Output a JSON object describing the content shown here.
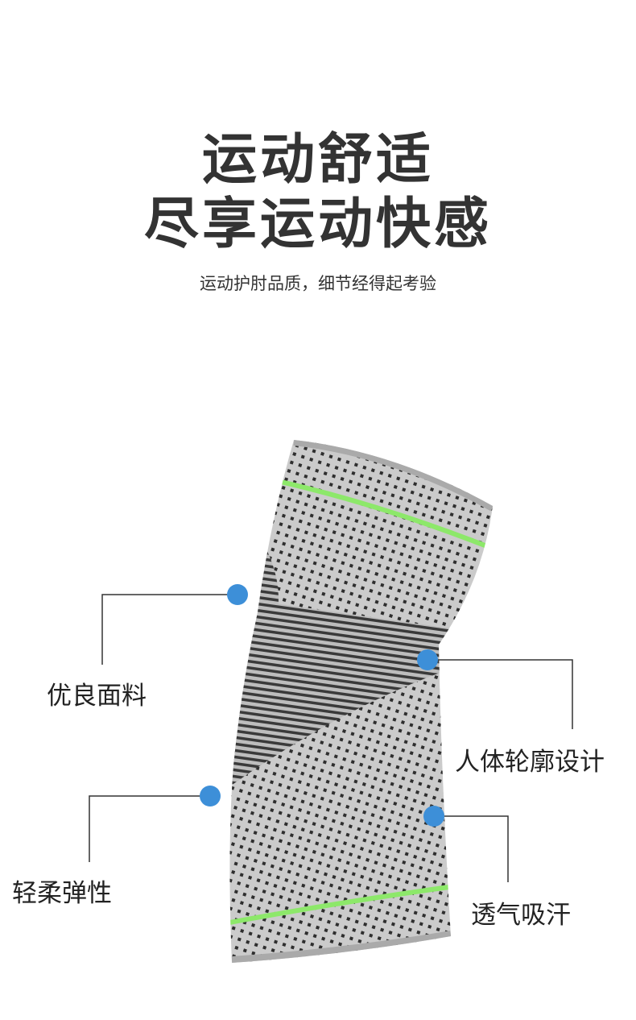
{
  "headline": {
    "line1": "运动舒适",
    "line2": "尽享运动快感"
  },
  "subtitle": "运动护肘品质，细节经得起考验",
  "features": [
    {
      "label": "优良面料"
    },
    {
      "label": "人体轮廓设计"
    },
    {
      "label": "轻柔弹性"
    },
    {
      "label": "透气吸汗"
    }
  ],
  "colors": {
    "accent_dot": "#3d8fd8",
    "stripe_green": "#7de35a",
    "fabric": "#c9c9c9"
  }
}
